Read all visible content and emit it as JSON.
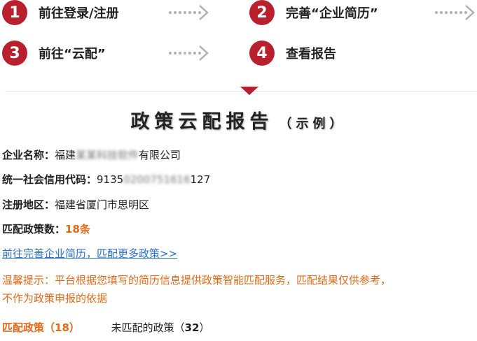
{
  "steps": [
    {
      "num": "1",
      "label": "前往登录/注册"
    },
    {
      "num": "2",
      "label": "完善“企业简历”"
    },
    {
      "num": "3",
      "label": "前往“云配”"
    },
    {
      "num": "4",
      "label": "查看报告"
    }
  ],
  "report": {
    "title": "政策云配报告",
    "subtitle": "（示例）"
  },
  "company": {
    "name_label": "企业名称：",
    "name_prefix": "福建",
    "name_redacted": "某某科技软件",
    "name_suffix": "有限公司",
    "code_label": "统一社会信用代码：",
    "code_prefix": "9135",
    "code_redacted": "0200751616",
    "code_suffix": "127",
    "region_label": "注册地区：",
    "region_value": "福建省厦门市思明区",
    "match_label": "匹配政策数：",
    "match_value": "18条"
  },
  "link_text": "前往完善企业简历，匹配更多政策>>",
  "tip": {
    "line1": "温馨提示：平台根据您填写的简历信息提供政策智能匹配服务，匹配结果仅供参考，",
    "line2": "不作为政策申报的依据"
  },
  "tabs": {
    "matched": "匹配政策（18）",
    "unmatched_label": "未匹配的政策（",
    "unmatched_count": "32",
    "unmatched_close": "）"
  },
  "colors": {
    "accent_red": "#b8202e",
    "accent_orange": "#e06a1a",
    "link_blue": "#2a6fd0",
    "arrow_gray": "#b0b0b0"
  }
}
